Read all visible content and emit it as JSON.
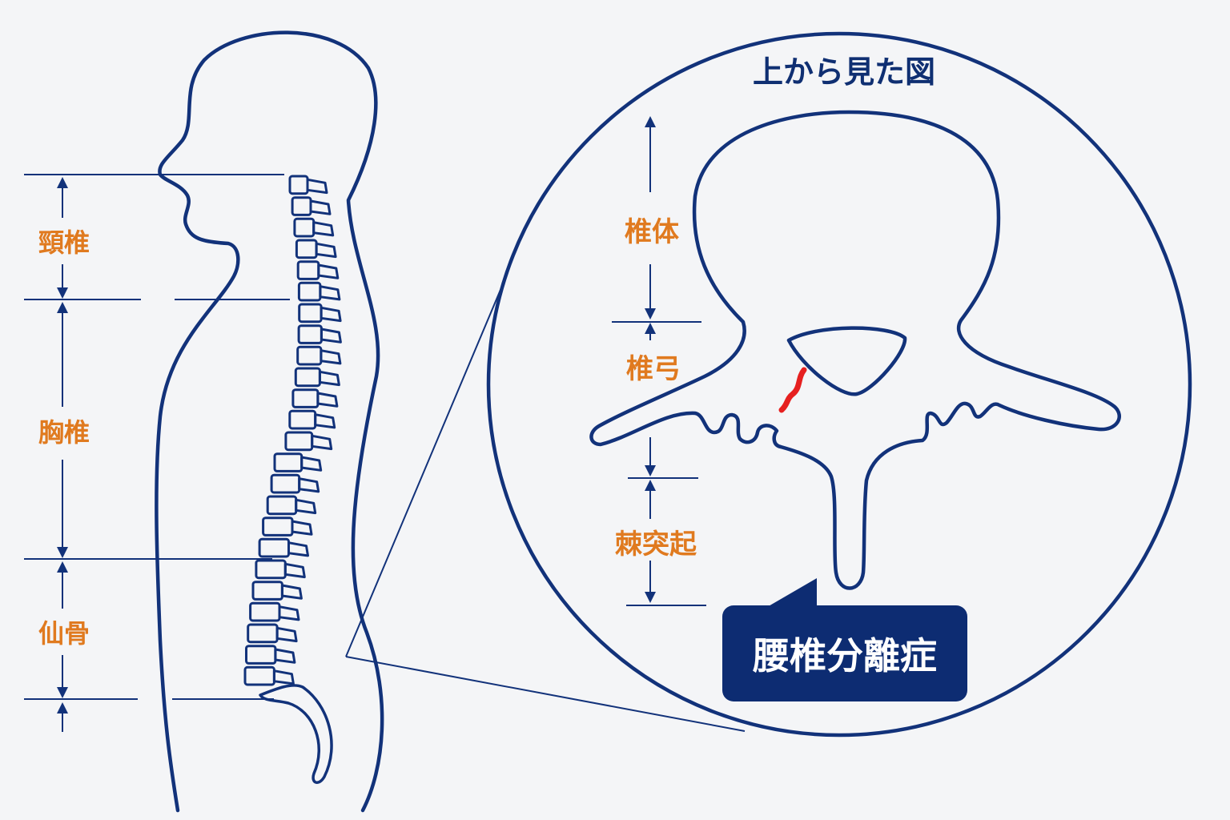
{
  "colors": {
    "navy": "#12327a",
    "orange": "#e07a1f",
    "red": "#e62020",
    "callout_bg": "#0d2c72",
    "background": "#f4f5f7"
  },
  "side_view": {
    "regions": [
      {
        "id": "cervical",
        "label": "頸椎"
      },
      {
        "id": "thoracic",
        "label": "胸椎"
      },
      {
        "id": "sacrum",
        "label": "仙骨"
      }
    ]
  },
  "top_view": {
    "title": "上から見た図",
    "parts": [
      {
        "id": "vertebral-body",
        "label": "椎体"
      },
      {
        "id": "vertebral-arch",
        "label": "椎弓"
      },
      {
        "id": "spinous-process",
        "label": "棘突起"
      }
    ],
    "callout": "腰椎分離症"
  }
}
